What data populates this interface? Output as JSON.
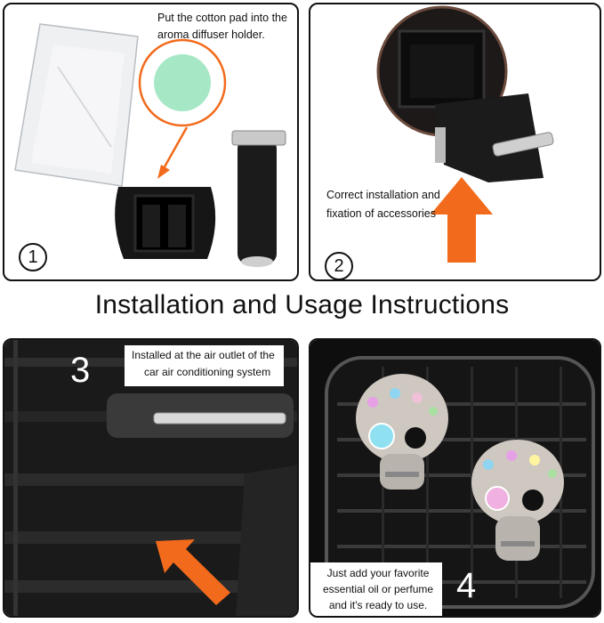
{
  "title": "Installation and Usage Instructions",
  "steps": [
    {
      "number": "1",
      "caption_line1": "Put the cotton pad into the",
      "caption_line2": "aroma diffuser holder."
    },
    {
      "number": "2",
      "caption_line1": "Correct installation and",
      "caption_line2": "fixation of accessories"
    },
    {
      "number": "3",
      "caption_line1": "Installed at the air outlet of the",
      "caption_line2": "car air conditioning system"
    },
    {
      "number": "4",
      "caption_line1": "Just add your favorite",
      "caption_line2": "essential oil or perfume",
      "caption_line3": "and it's ready to use."
    }
  ],
  "colors": {
    "arrow_orange": "#f26a1b",
    "pad_green": "#a6e8c6",
    "border": "#111111"
  }
}
